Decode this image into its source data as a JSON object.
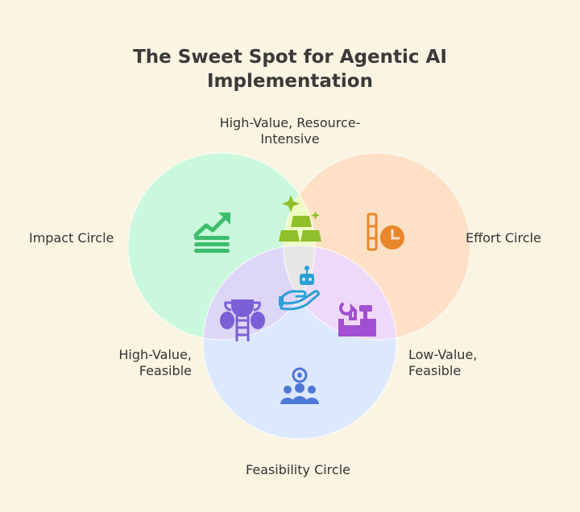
{
  "title": {
    "line1": "The Sweet Spot for Agentic AI",
    "line2": "Implementation"
  },
  "labels": {
    "top_line1": "High-Value, Resource-",
    "top_line2": "Intensive",
    "impact": "Impact Circle",
    "effort": "Effort Circle",
    "high_value_feasible_line1": "High-Value,",
    "high_value_feasible_line2": "Feasible",
    "low_value_feasible_line1": "Low-Value,",
    "low_value_feasible_line2": "Feasible",
    "feasibility": "Feasibility Circle"
  },
  "colors": {
    "background": "#faf4e2",
    "impact_circle": "#c9f8dc",
    "effort_circle": "#fde0c6",
    "feasibility_circle": "#dce8fd",
    "impact_effort_overlap": "#eefbc2",
    "impact_feasibility_overlap": "#ddd6f7",
    "effort_feasibility_overlap": "#efd9f8",
    "center_overlap": "#e6e6e4",
    "impact_icon": "#3dbd6c",
    "effort_icon": "#e8872c",
    "feasibility_icon": "#4e78d8",
    "top_icon": "#8fbf2a",
    "high_value_feasible_icon": "#7a5fd6",
    "low_value_feasible_icon": "#a24fd1",
    "center_icon": "#2aa0d6"
  },
  "icons": {
    "impact": "trending-up-icon",
    "effort": "checklist-clock-icon",
    "feasibility": "team-ball-icon",
    "top": "gold-bars-sparkle-icon",
    "high_value_feasible": "trophy-ladder-icon",
    "low_value_feasible": "toolbox-icon",
    "center": "robot-hand-icon"
  }
}
